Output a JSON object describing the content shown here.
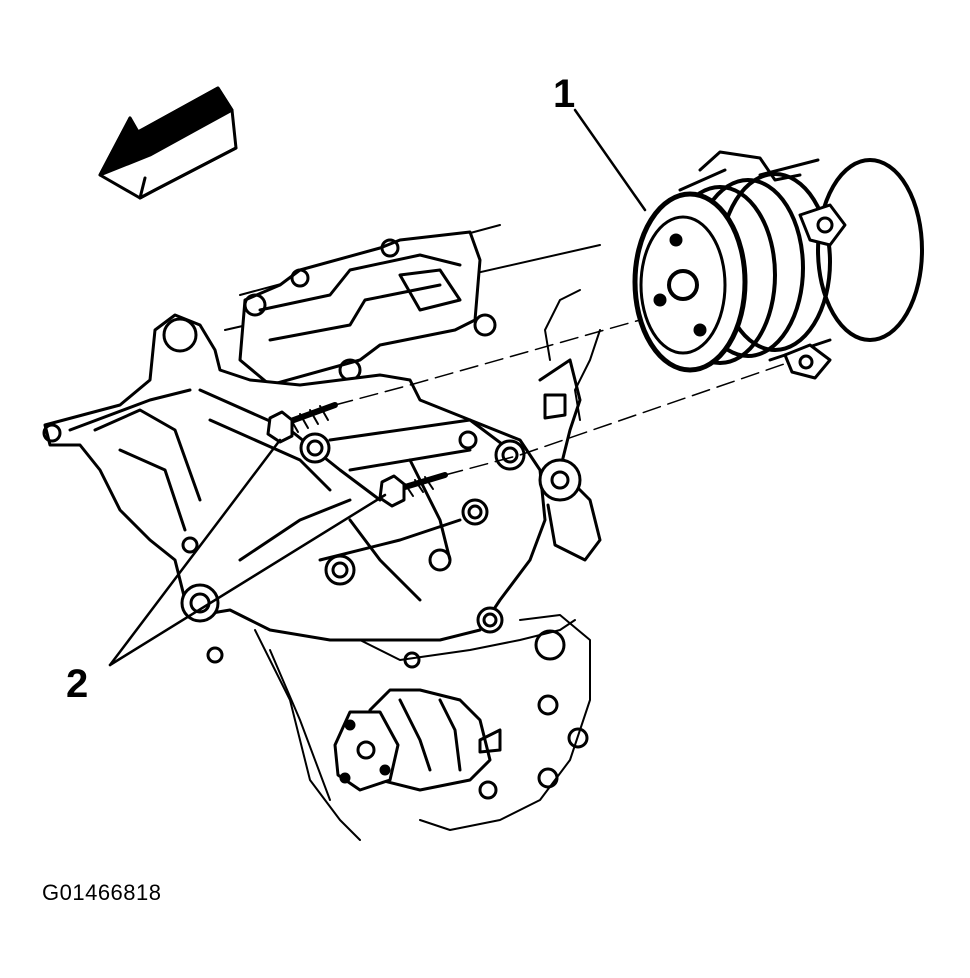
{
  "callouts": {
    "compressor": "1",
    "bolts": "2"
  },
  "figure_id": "G01466818",
  "parts": {
    "direction_arrow_icon": "arrow-icon",
    "compressor_icon": "ac-compressor-icon",
    "engine_icon": "engine-block-icon"
  }
}
